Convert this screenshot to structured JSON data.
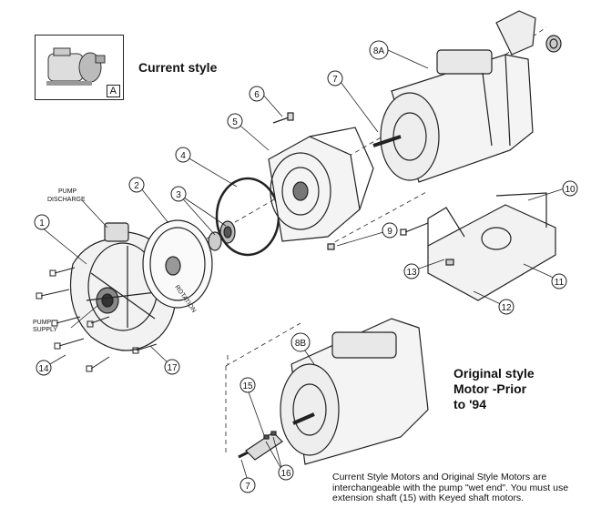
{
  "thumbnail": {
    "label": "A"
  },
  "headings": {
    "current_style": "Current style",
    "original_style_line1": "Original style",
    "original_style_line2": "Motor -Prior",
    "original_style_line3": "to '94"
  },
  "callouts": {
    "c1": "1",
    "c2": "2",
    "c3": "3",
    "c4": "4",
    "c5": "5",
    "c6": "6",
    "c7": "7",
    "c7b": "7",
    "c8a": "8A",
    "c8b": "8B",
    "c9": "9",
    "c10": "10",
    "c11": "11",
    "c12": "12",
    "c13": "13",
    "c14": "14",
    "c15": "15",
    "c16": "16",
    "c17": "17"
  },
  "part_labels": {
    "pump_discharge_1": "PUMP",
    "pump_discharge_2": "DISCHARGE",
    "pump_supply_1": "PUMP",
    "pump_supply_2": "SUPPLY",
    "rotation": "ROTATION"
  },
  "note": "Current Style Motors and Original Style Motors are interchangeable with the pump \"wet end\". You must use extension shaft (15) with Keyed shaft motors."
}
